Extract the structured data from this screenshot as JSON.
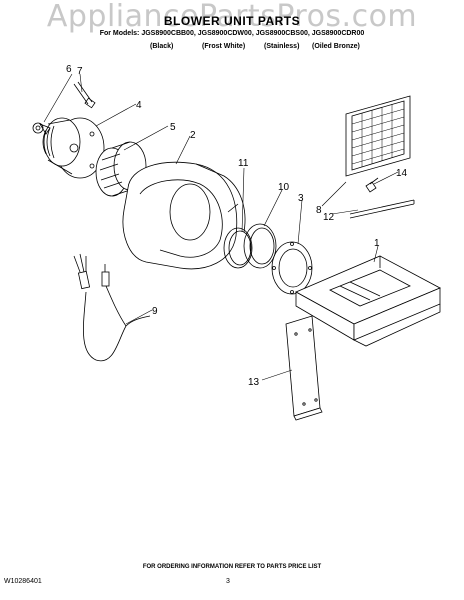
{
  "watermark": "AppliancePartsPros.com",
  "title": "BLOWER UNIT PARTS",
  "models_line": "For Models: JGS8900CBB00, JGS8900CDW00, JGS8900CBS00, JGS8900CDR00",
  "finishes": [
    "(Black)",
    "(Frost White)",
    "(Stainless)",
    "(Oiled Bronze)"
  ],
  "callouts": {
    "c6": "6",
    "c7": "7",
    "c4": "4",
    "c5": "5",
    "c2": "2",
    "c11": "11",
    "c10": "10",
    "c3": "3",
    "c14": "14",
    "c8": "8",
    "c12": "12",
    "c1": "1",
    "c9": "9",
    "c13": "13"
  },
  "footer": "FOR ORDERING INFORMATION REFER TO PARTS PRICE LIST",
  "doc_number": "W10286401",
  "page_number": "3"
}
